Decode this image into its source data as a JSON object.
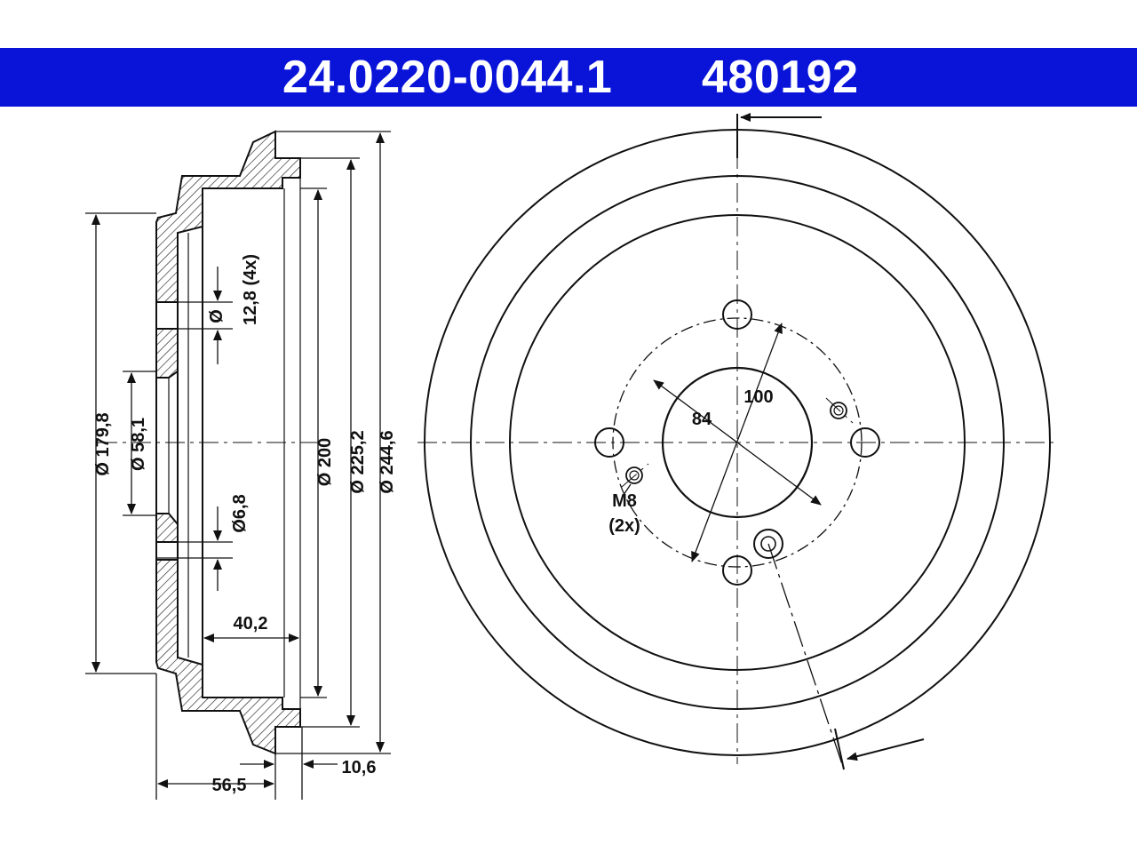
{
  "header": {
    "part_number": "24.0220-0044.1",
    "reference": "480192",
    "background_color": "#0a14d8",
    "text_color": "#ffffff"
  },
  "side_view": {
    "dia_179_8": "Ø 179,8",
    "dia_58_1": "Ø 58,1",
    "hole_12_8": "Ø",
    "hole_12_8_value": "12,8 (4x)",
    "dia_6_8": "Ø6,8",
    "dia_200": "Ø 200",
    "dia_225_2": "Ø 225,2",
    "dia_244_6": "Ø 244,6",
    "width_40_2": "40,2",
    "width_56_5": "56,5",
    "width_10_6": "10,6"
  },
  "front_view": {
    "pcd_100": "100",
    "center_84": "84",
    "thread": "M8",
    "thread_count": "(2x)"
  }
}
